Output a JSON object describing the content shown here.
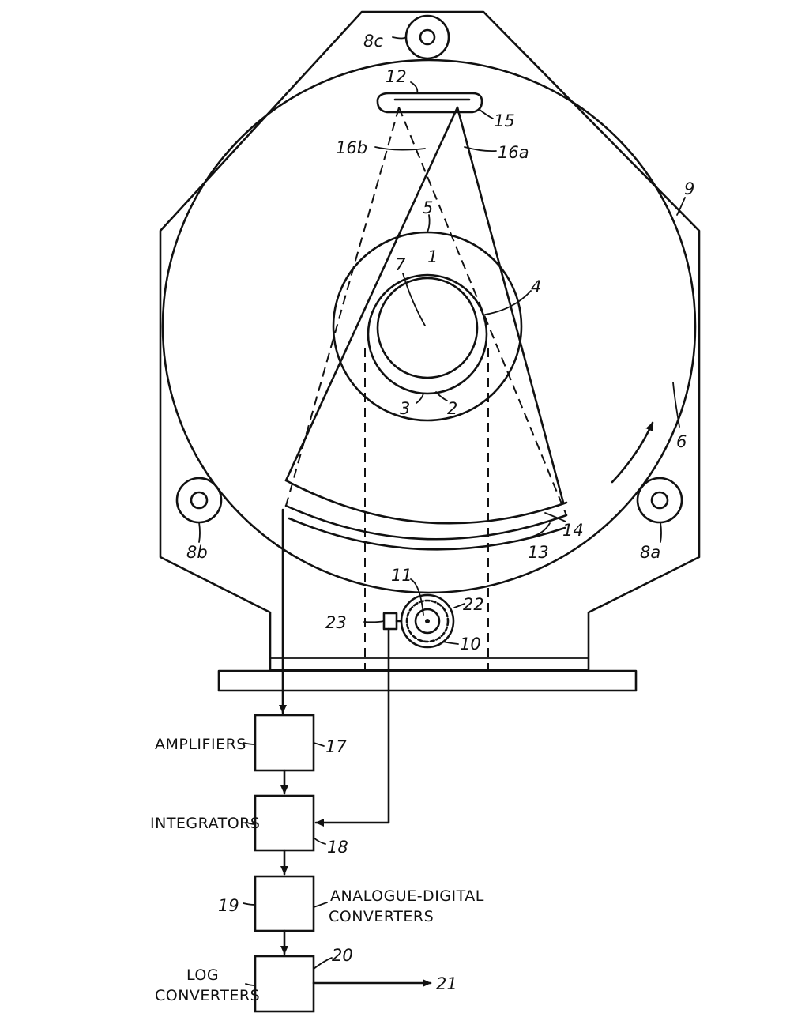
{
  "labels": {
    "n1": "1",
    "n2": "2",
    "n3": "3",
    "n4": "4",
    "n5": "5",
    "n6": "6",
    "n7": "7",
    "n8a": "8a",
    "n8b": "8b",
    "n8c": "8c",
    "n9": "9",
    "n10": "10",
    "n11": "11",
    "n12": "12",
    "n13": "13",
    "n14": "14",
    "n15": "15",
    "n16a": "16a",
    "n16b": "16b",
    "n17": "17",
    "n18": "18",
    "n19": "19",
    "n20": "20",
    "n21": "21",
    "n22": "22",
    "n23": "23"
  },
  "blocks": {
    "amplifiers": "AMPLIFIERS",
    "integrators": "INTEGRATORS",
    "adc_line1": "ANALOGUE-DIGITAL",
    "adc_line2": "CONVERTERS",
    "log_line1": "LOG",
    "log_line2": "CONVERTERS"
  }
}
